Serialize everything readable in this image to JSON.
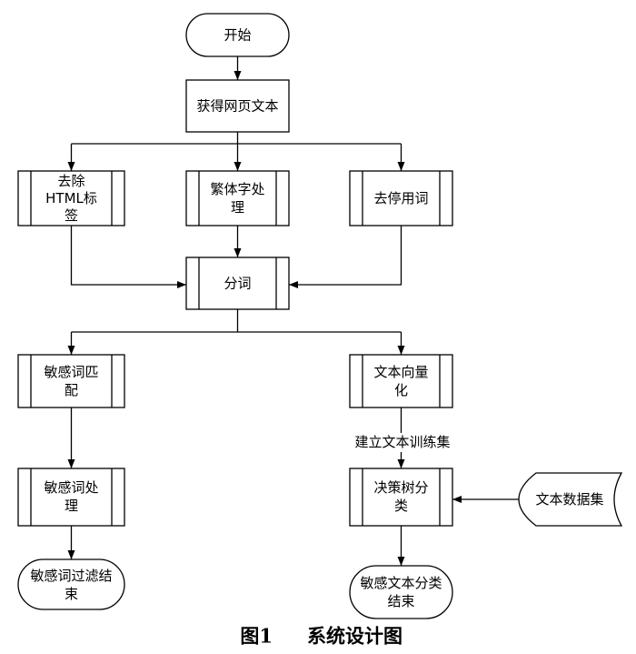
{
  "flowchart": {
    "nodes": {
      "start": {
        "lines": [
          "开始"
        ]
      },
      "fetch_page_text": {
        "lines": [
          "获得网页文本"
        ]
      },
      "remove_html_tags": {
        "lines": [
          "去除",
          "HTML标",
          "签"
        ]
      },
      "traditional_chars": {
        "lines": [
          "繁体字处",
          "理"
        ]
      },
      "remove_stopwords": {
        "lines": [
          "去停用词"
        ]
      },
      "segmentation": {
        "lines": [
          "分词"
        ]
      },
      "sensitive_match": {
        "lines": [
          "敏感词匹",
          "配"
        ]
      },
      "text_vectorize": {
        "lines": [
          "文本向量",
          "化"
        ]
      },
      "sensitive_handle": {
        "lines": [
          "敏感词处",
          "理"
        ]
      },
      "decision_tree": {
        "lines": [
          "决策树分",
          "类"
        ]
      },
      "text_dataset": {
        "lines": [
          "文本数据集"
        ]
      },
      "filter_end": {
        "lines": [
          "敏感词过滤结",
          "束"
        ]
      },
      "classify_end": {
        "lines": [
          "敏感文本分类",
          "结束"
        ]
      }
    },
    "edge_labels": {
      "build_training_set": "建立文本训练集"
    }
  },
  "caption": {
    "figure_number": "图1",
    "title": "系统设计图"
  }
}
